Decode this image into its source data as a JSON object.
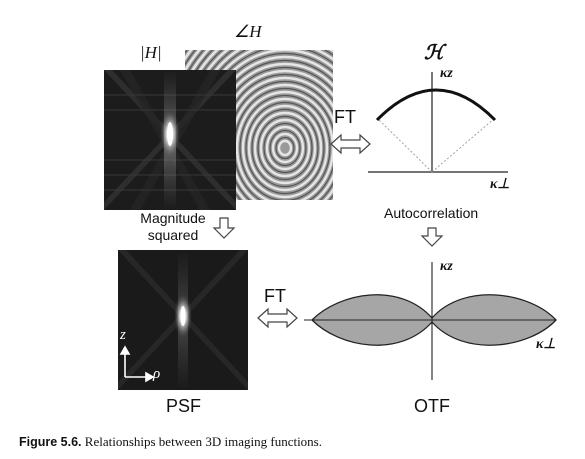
{
  "figure": {
    "panels": {
      "magnitude_label": "|H|",
      "phase_label": "∠H",
      "transfer_label": "ℋ",
      "kappa_z_label": "κz",
      "kappa_perp_label": "κ⊥",
      "ft_label": "FT",
      "ft_label_bottom": "FT",
      "magnitude_squared_label": "Magnitude squared",
      "autocorrelation_label": "Autocorrelation",
      "kappa_z_label_bottom": "κz",
      "kappa_perp_label_bottom": "κ⊥",
      "z_axis_label": "z",
      "rho_axis_label": "ρ",
      "psf_label": "PSF",
      "otf_label": "OTF"
    },
    "caption": {
      "number": "Figure 5.6.",
      "text": "Relationships between 3D imaging functions."
    }
  }
}
